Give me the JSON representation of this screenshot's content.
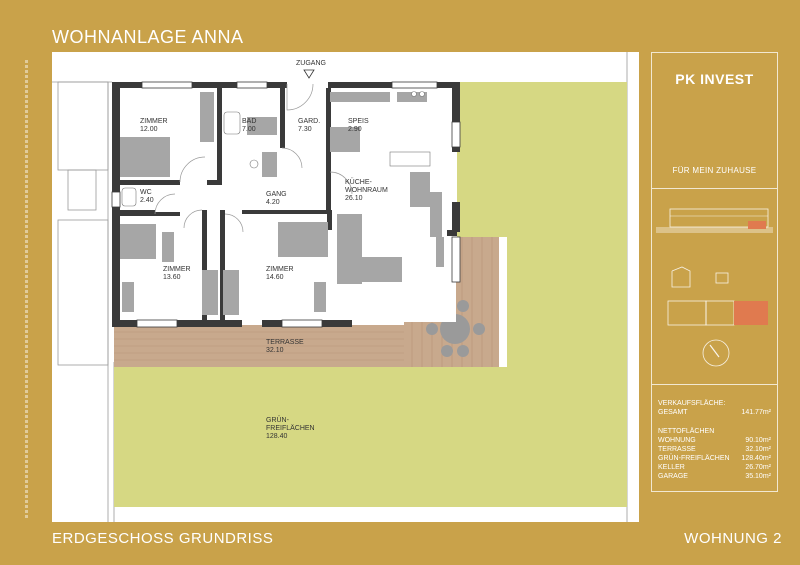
{
  "header": {
    "title": "WOHNANLAGE ANNA"
  },
  "footer": {
    "left": "ERDGESCHOSS GRUNDRISS",
    "right": "WOHNUNG  2"
  },
  "plan": {
    "entrance": "ZUGANG",
    "rooms": [
      {
        "name": "ZIMMER",
        "area": "12.00"
      },
      {
        "name": "BAD",
        "area": "7.00"
      },
      {
        "name": "GARD.",
        "area": "7.30"
      },
      {
        "name": "SPEIS",
        "area": "2.90"
      },
      {
        "name": "WC",
        "area": "2.40"
      },
      {
        "name": "GANG",
        "area": "4.20"
      },
      {
        "name": "KÜCHE-",
        "name2": "WOHNRAUM",
        "area": "26.10"
      },
      {
        "name": "ZIMMER",
        "area": "13.60"
      },
      {
        "name": "ZIMMER",
        "area": "14.60"
      },
      {
        "name": "TERRASSE",
        "area": "32.10"
      },
      {
        "name": "GRÜN-",
        "name2": "FREIFLÄCHEN",
        "area": "128.40"
      }
    ]
  },
  "brand": {
    "name": "PK INVEST",
    "slogan": "FÜR MEIN ZUHAUSE"
  },
  "stats": {
    "sale_heading": "VERKAUFSFLÄCHE:",
    "total_label": "GESAMT",
    "total_value": "141.77m²",
    "net_heading": "NETTOFLÄCHEN",
    "rows": [
      {
        "label": "WOHNUNG",
        "value": "90.10m²"
      },
      {
        "label": "TERRASSE",
        "value": "32.10m²"
      },
      {
        "label": "GRÜN-FREIFLÄCHEN",
        "value": "128.40m²"
      },
      {
        "label": "KELLER",
        "value": "26.70m²"
      },
      {
        "label": "GARAGE",
        "value": "35.10m²"
      }
    ]
  },
  "colors": {
    "background": "#c9a24a",
    "lawn": "#d6d883",
    "deck": "#c8a98d",
    "wall": "#3a3a3a",
    "highlight": "#e07a4f"
  }
}
